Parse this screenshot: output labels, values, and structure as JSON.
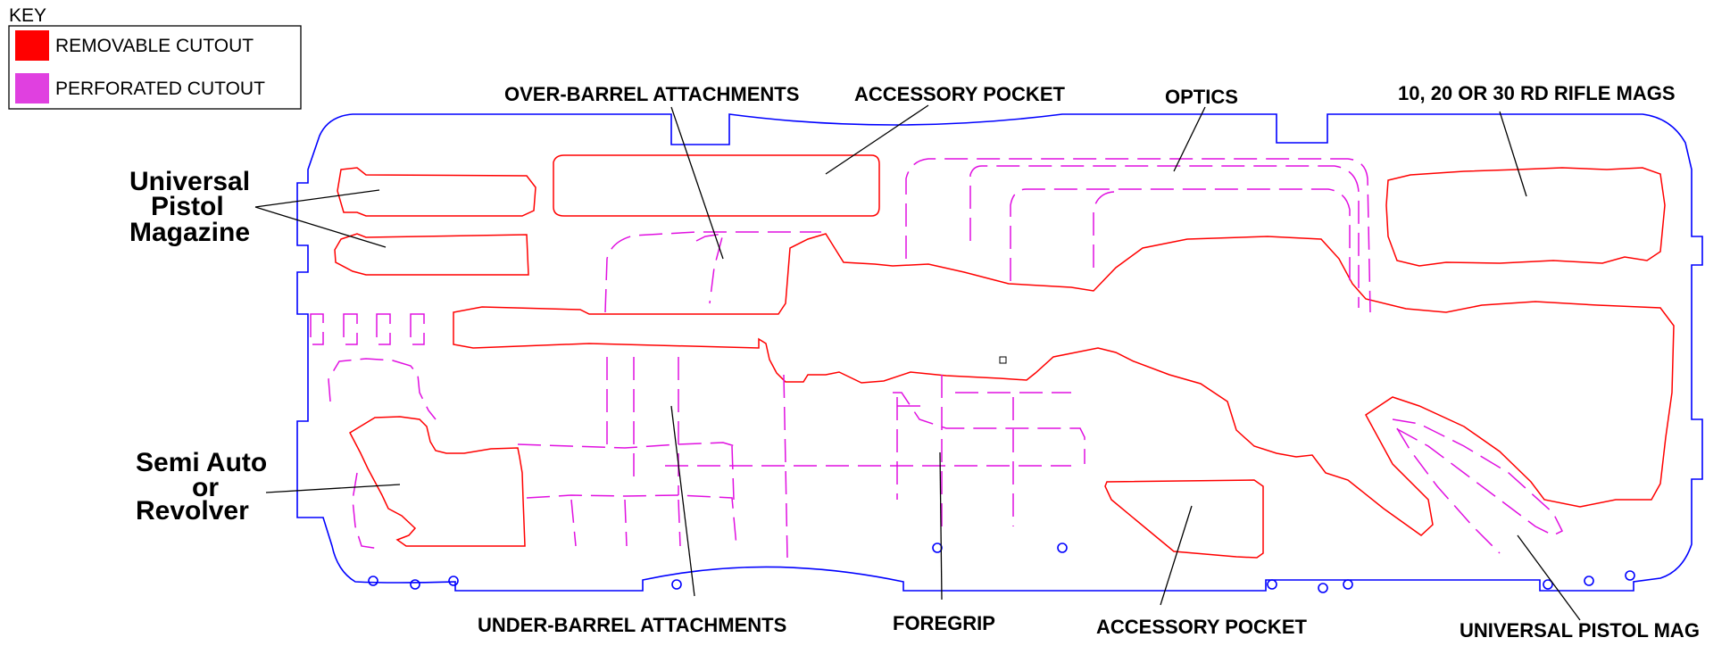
{
  "colors": {
    "outline": "#0000ff",
    "removable": "#ff0000",
    "perforated": "#e010e0",
    "leader": "#000000"
  },
  "key": {
    "title": "KEY",
    "items": [
      {
        "label": "REMOVABLE CUTOUT",
        "color": "#ff0000"
      },
      {
        "label": "PERFORATED CUTOUT",
        "color": "#e040e0"
      }
    ]
  },
  "labels": {
    "over_barrel": "OVER-BARREL ATTACHMENTS",
    "accessory_top": "ACCESSORY POCKET",
    "optics": "OPTICS",
    "rifle_mags": "10, 20 OR 30 RD RIFLE MAGS",
    "pistol_mag_line1": "Universal",
    "pistol_mag_line2": "Pistol",
    "pistol_mag_line3": "Magazine",
    "semi_line1": "Semi Auto",
    "semi_line2": "or",
    "semi_line3": "Revolver",
    "under_barrel": "UNDER-BARREL ATTACHMENTS",
    "foregrip": "FOREGRIP",
    "accessory_bottom": "ACCESSORY POCKET",
    "universal_pistol_mag": "UNIVERSAL PISTOL MAG"
  }
}
